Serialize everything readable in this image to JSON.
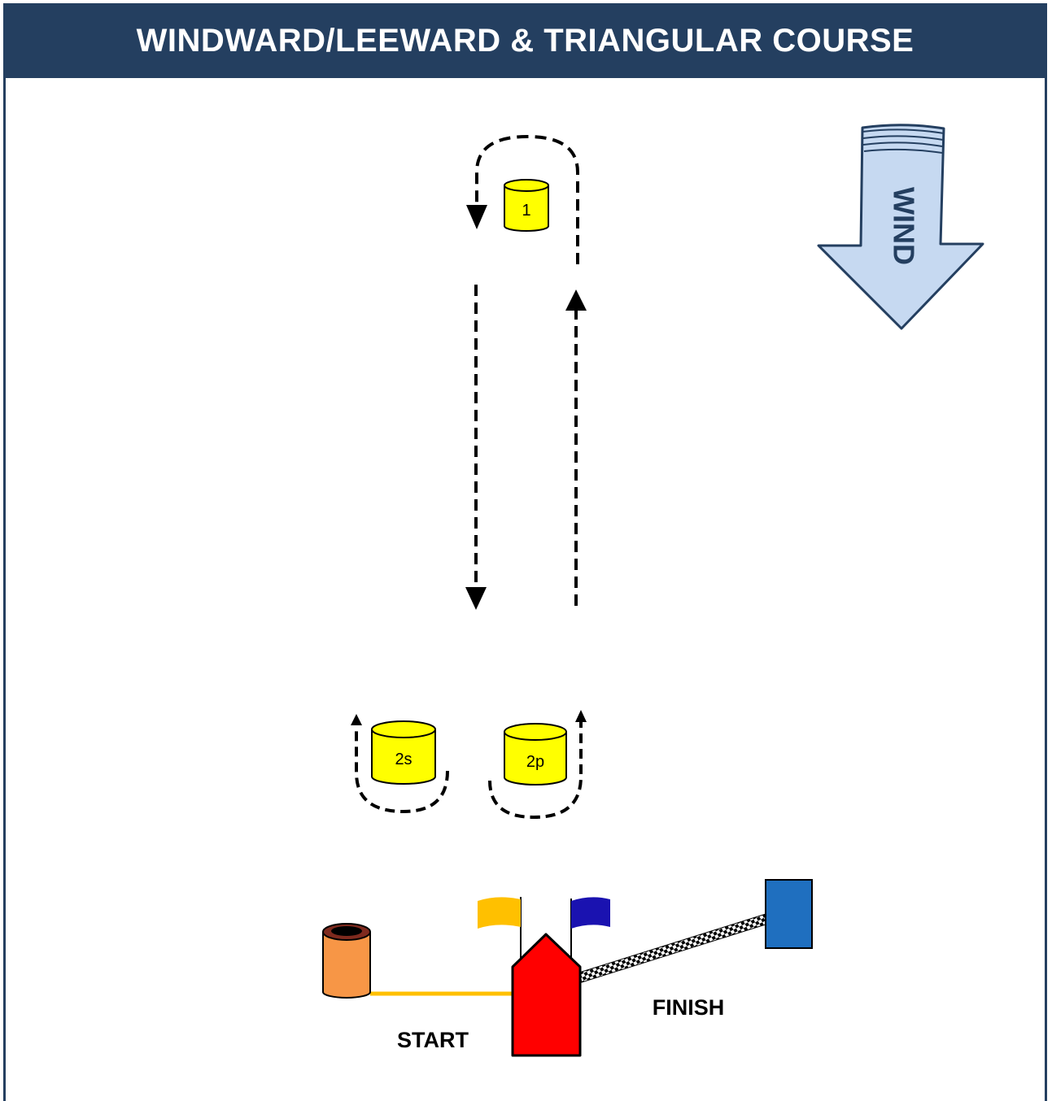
{
  "title": "WINDWARD/LEEWARD & TRIANGULAR COURSE",
  "wind_label": "WIND",
  "marks": {
    "top": "1",
    "gate_starboard": "2s",
    "gate_port": "2p"
  },
  "start_label": "START",
  "finish_label": "FINISH",
  "colors": {
    "header": "#243f60",
    "mark_yellow": "#ffff00",
    "pin_orange": "#f79646",
    "committee_boat": "#ff0000",
    "finish_mark": "#1f6fbf",
    "start_line": "#ffc000",
    "flag_yellow": "#ffc000",
    "flag_blue": "#1a12b0",
    "wind_arrow": "#c6d9f1"
  }
}
